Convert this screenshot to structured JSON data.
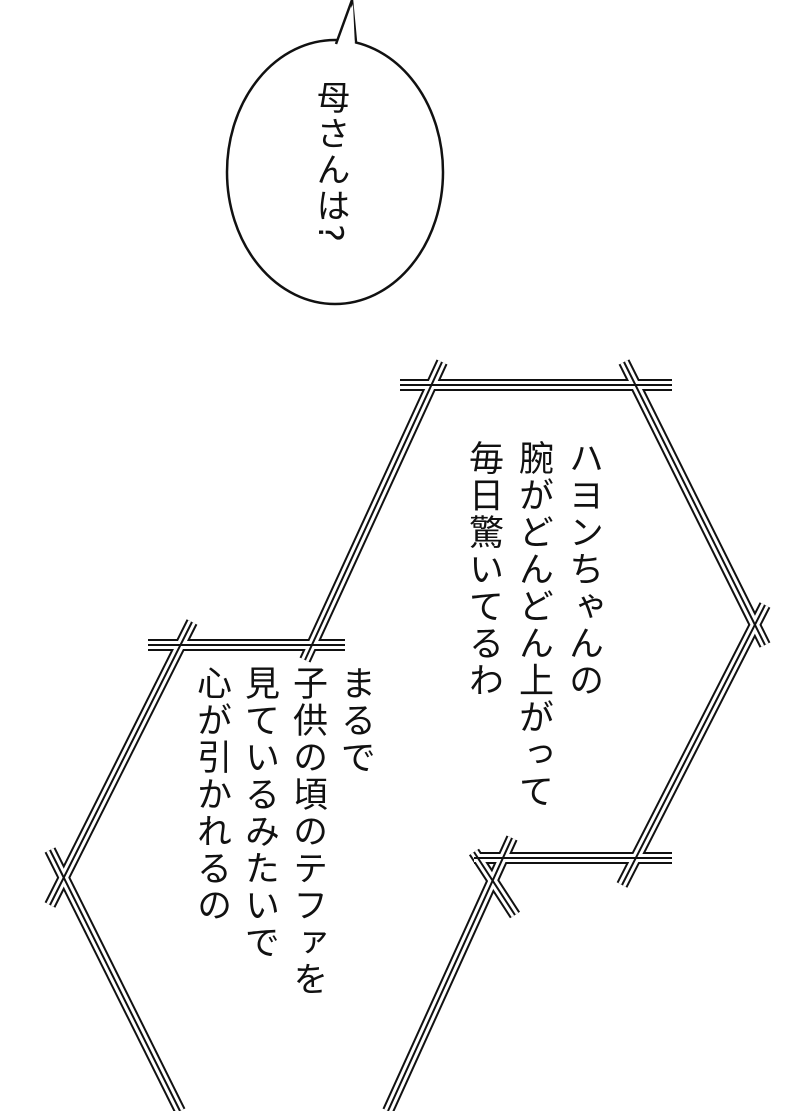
{
  "speech_bubble": {
    "text": "母さんは?"
  },
  "narration_1": {
    "lines": [
      "ハヨンちゃんの",
      "腕がどんどん上がって",
      "毎日驚いてるわ"
    ]
  },
  "narration_2": {
    "lines": [
      "まるで",
      "子供の頃のテファを",
      "見ているみたいで",
      "心が引かれるの"
    ]
  },
  "colors": {
    "ink": "#111111",
    "paper": "#ffffff"
  }
}
